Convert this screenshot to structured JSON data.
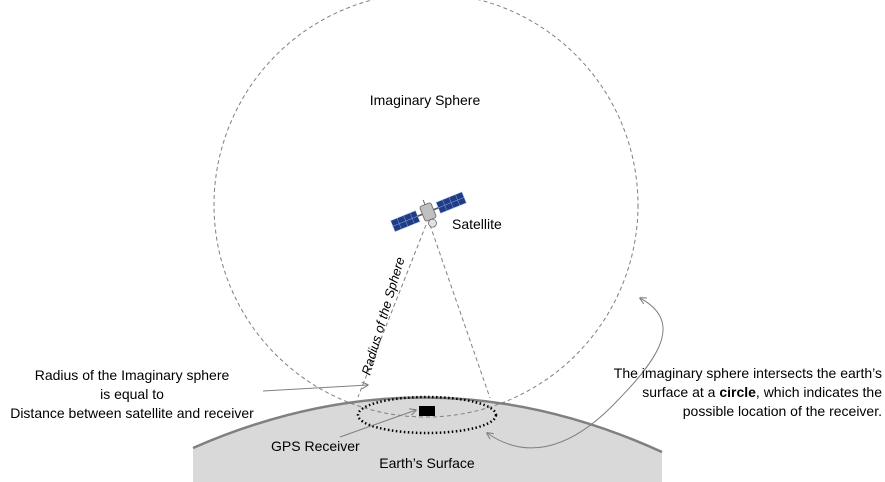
{
  "labels": {
    "sphere": "Imaginary Sphere",
    "satellite": "Satellite",
    "radius_of_sphere": "Radius of the Sphere",
    "radius_eq_line1": "Radius of the Imaginary sphere",
    "radius_eq_line2": "is equal to",
    "radius_eq_line3": "Distance between satellite and receiver",
    "gps_receiver": "GPS Receiver",
    "earth_surface": "Earth’s Surface",
    "intersect_line1": "The imaginary sphere intersects the earth’s",
    "intersect_line2_pre": "surface at a ",
    "intersect_line2_bold": "circle",
    "intersect_line2_post": ", which indicates the",
    "intersect_line3": "possible location of the receiver."
  },
  "colors": {
    "earth_fill": "#d9d9d9",
    "earth_edge": "#808080",
    "dashed": "#7f7f7f",
    "panel": "#1f3c88",
    "satellite_body": "#c0c0c0",
    "receiver": "#000000"
  },
  "icons": {
    "satellite": "satellite-icon",
    "receiver": "gps-receiver-icon"
  }
}
